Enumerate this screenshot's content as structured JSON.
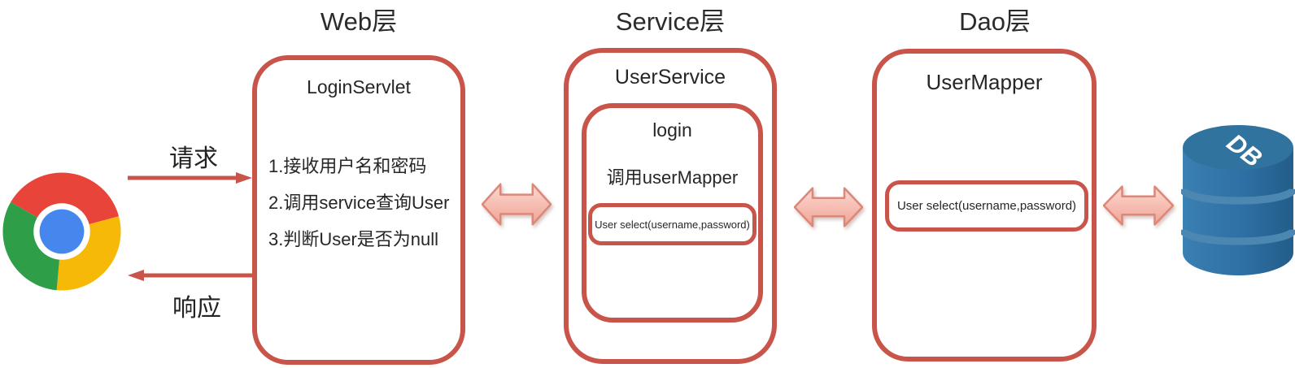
{
  "titles": {
    "web": "Web层",
    "service": "Service层",
    "dao": "Dao层"
  },
  "client": {
    "request": "请求",
    "response": "响应"
  },
  "web_layer": {
    "component": "LoginServlet",
    "steps": [
      "1.接收用户名和密码",
      "2.调用service查询User",
      "3.判断User是否为null"
    ]
  },
  "service_layer": {
    "component": "UserService",
    "method": "login",
    "note": "调用userMapper",
    "sql": "User select(username,password)"
  },
  "dao_layer": {
    "component": "UserMapper",
    "sql": "User select(username,password)"
  },
  "database": {
    "label": "DB"
  },
  "icons": {
    "browser": "chrome-browser-icon",
    "database": "database-cylinder-icon",
    "request_arrow": "right-arrow-icon",
    "response_arrow": "left-arrow-icon",
    "layer_link": "double-headed-arrow-icon"
  },
  "colors": {
    "box_border": "#c9544a",
    "arrow_red": "#c9544a",
    "double_arrow_fill_top": "#fbd9d2",
    "double_arrow_fill_bottom": "#f1a395",
    "double_arrow_stroke": "#db8878",
    "db_blue": "#2e6fa4",
    "db_groove": "#4c87b1",
    "chrome_red": "#e8443a",
    "chrome_yellow": "#f7b908",
    "chrome_green": "#2f9e49",
    "chrome_blue": "#4687ed",
    "text": "#2b2b2b"
  }
}
